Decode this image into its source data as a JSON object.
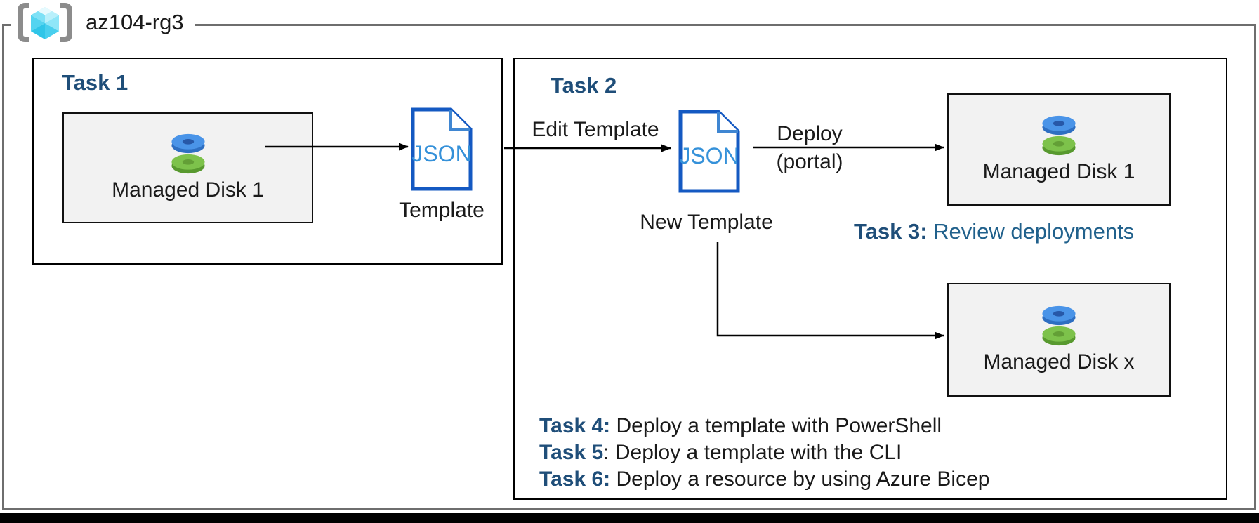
{
  "resource_group": {
    "label": "az104-rg3",
    "icon": "azure-resource-group-icon"
  },
  "task1": {
    "title": "Task 1",
    "disk_box": {
      "label": "Managed Disk 1",
      "icon": "managed-disk-icon"
    },
    "template": {
      "icon_text": "JSON",
      "label": "Template"
    }
  },
  "task2": {
    "title": "Task 2",
    "edit_arrow_label": "Edit Template",
    "new_template": {
      "icon_text": "JSON",
      "label": "New Template"
    },
    "deploy_label_line1": "Deploy",
    "deploy_label_line2": "(portal)",
    "disk_box_top": {
      "label": "Managed Disk 1",
      "icon": "managed-disk-icon"
    },
    "disk_box_bottom": {
      "label": "Managed Disk x",
      "icon": "managed-disk-icon"
    },
    "task3": {
      "bold": "Task 3:",
      "rest": " Review deployments"
    },
    "task4": {
      "bold": "Task 4:",
      "rest": " Deploy a template with PowerShell"
    },
    "task5": {
      "bold": "Task 5",
      "rest": ": Deploy a template with the CLI"
    },
    "task6": {
      "bold": "Task 6:",
      "rest": " Deploy a resource by using Azure Bicep"
    }
  },
  "colors": {
    "task_label_blue": "#1f4e79",
    "blue_text": "#21618c",
    "json_icon_border": "#1459c2",
    "json_icon_fold": "#3f86d2",
    "json_icon_text": "#3591d9",
    "disk_box_fill": "#f2f2f2",
    "box_border": "#000000",
    "rg_border_gray": "#6e6e6e",
    "disk_blue_top": "#4a94e8",
    "disk_blue_side": "#2e6fc2",
    "disk_green_top": "#7dc24b",
    "disk_green_side": "#58992f",
    "cube_cyan": "#54d4f0",
    "bracket_gray": "#8c8c8c",
    "bottom_bar": "#000000"
  }
}
